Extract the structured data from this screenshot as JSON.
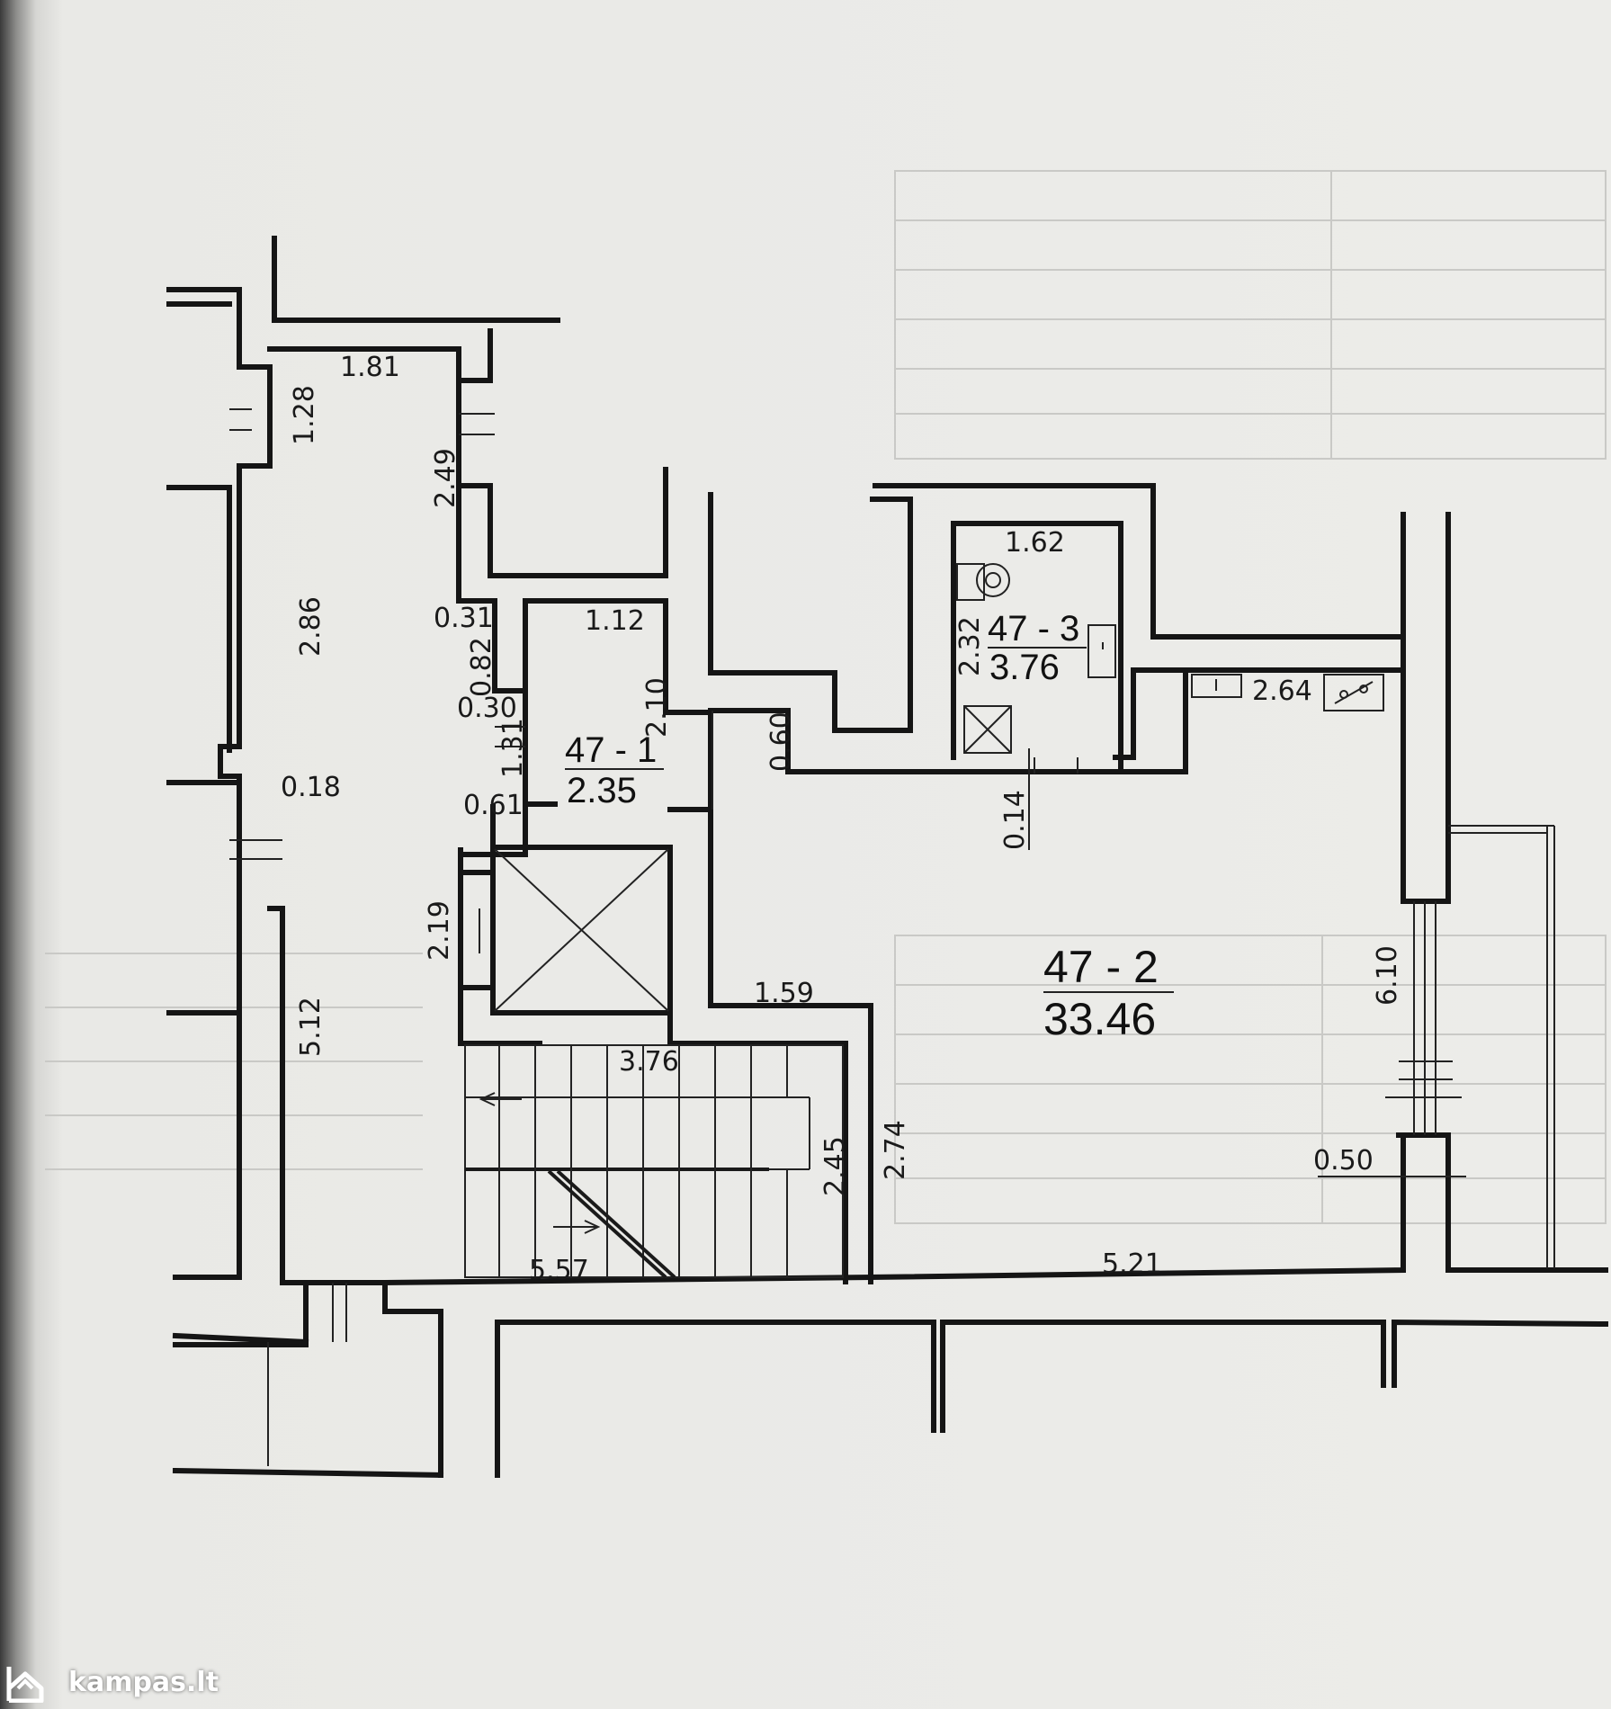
{
  "dimensions": {
    "d1_81": "1.81",
    "d1_28": "1.28",
    "d2_49": "2.49",
    "d2_86": "2.86",
    "d0_31": "0.31",
    "d0_82": "0.82",
    "d0_30": "0.30",
    "d1_31": "1.31",
    "d0_61": "0.61",
    "d0_18": "0.18",
    "d1_12": "1.12",
    "d2_10": "2.10",
    "d0_60": "0.60",
    "d1_62": "1.62",
    "d2_32": "2.32",
    "d0_14": "0.14",
    "d2_64": "2.64",
    "d6_10": "6.10",
    "d0_50": "0.50",
    "d2_19": "2.19",
    "d1_59": "1.59",
    "d3_76": "3.76",
    "d2_45": "2.45",
    "d2_74": "2.74",
    "d5_12": "5.12",
    "d5_57": "5.57",
    "d5_21": "5.21"
  },
  "rooms": [
    {
      "id": "47 - 1",
      "area": "2.35"
    },
    {
      "id": "47 - 2",
      "area": "33.46"
    },
    {
      "id": "47 - 3",
      "area": "3.76"
    }
  ],
  "watermark": {
    "text": "kampas.lt",
    "icon": "house-logo-icon"
  },
  "colors": {
    "paper": "#ecece9",
    "ink": "#151515",
    "ghost": "#c6c6c3"
  }
}
